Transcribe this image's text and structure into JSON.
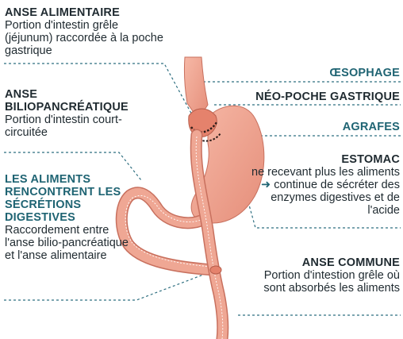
{
  "labels": {
    "anse_alimentaire": {
      "title": "ANSE ALIMENTAIRE",
      "desc": "Portion d'intestin grêle (jéjunum) raccordée à la poche gastrique"
    },
    "oesophage": {
      "title": "ŒSOPHAGE"
    },
    "neo_poche": {
      "title": "NÉO-POCHE GASTRIQUE"
    },
    "anse_bilio": {
      "title": "ANSE BILIOPANCRÉATIQUE",
      "desc": "Portion d'intestin court-circuitée"
    },
    "agrafes": {
      "title": "AGRAFES"
    },
    "estomac": {
      "title": "ESTOMAC",
      "desc_1": "ne recevant plus les aliments",
      "arrow": "➜",
      "desc_2": "continue de sécréter des enzymes digestives et de l'acide"
    },
    "rencontre": {
      "title": "LES ALIMENTS RENCONTRENT LES SÉCRÉTIONS DIGESTIVES",
      "desc": "Raccordement entre l'anse bilio-pancréatique et l'anse alimentaire"
    },
    "anse_commune": {
      "title": "ANSE COMMUNE",
      "desc": "Portion d'intestion grêle où sont absorbés les aliments"
    }
  },
  "colors": {
    "tissue": "#eea392",
    "tissue_dark": "#c8705e",
    "leader": "#2e6f80",
    "staple": "#2b1b18"
  }
}
